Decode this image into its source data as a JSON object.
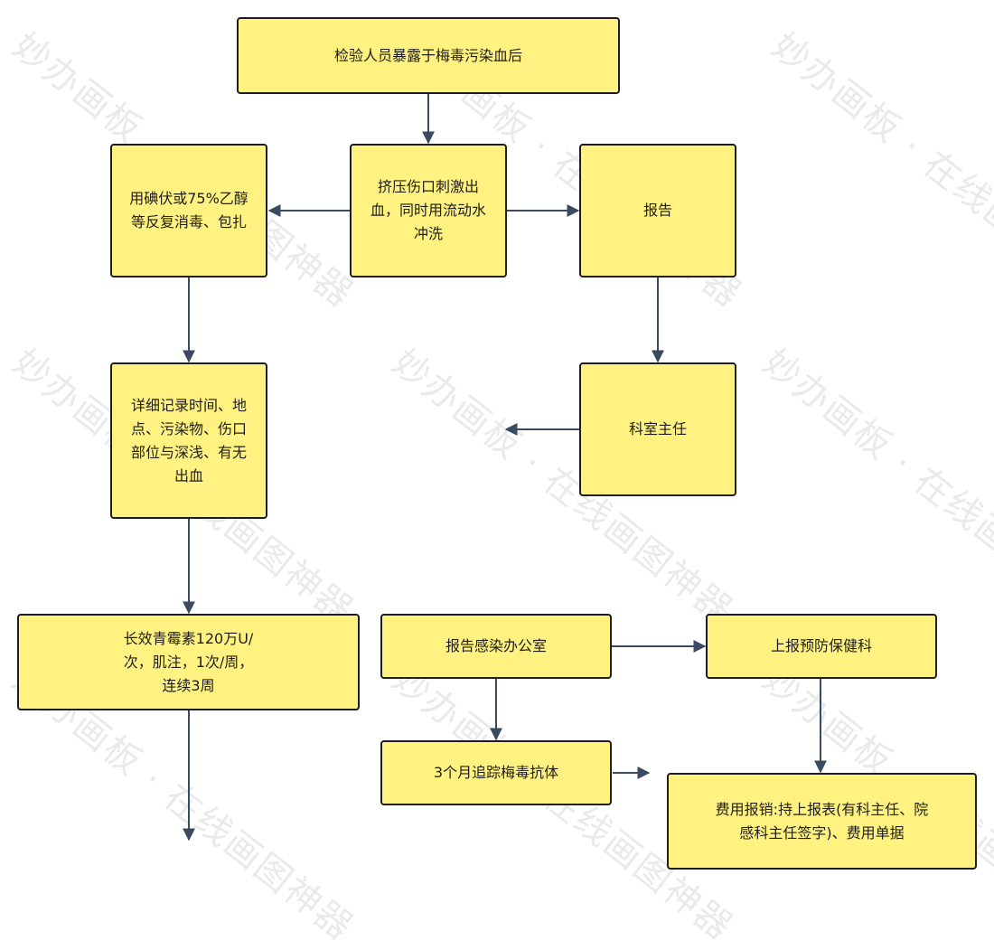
{
  "diagram": {
    "watermark": "妙办画板 · 在线画图神器",
    "colors": {
      "node_fill": "#fff281",
      "node_border": "#1e1e1e",
      "edge": "#3a4a60"
    },
    "nodes": {
      "start": "检验人员暴露于梅毒污染血后",
      "squeeze": "挤压伤口刺激出血，同时用流动水冲洗",
      "disinfect": "用碘伏或75%乙醇等反复消毒、包扎",
      "report": "报告",
      "record": "详细记录时间、地点、污染物、伤口部位与深浅、有无出血",
      "director": "科室主任",
      "penicillin": "长效青霉素120万U/次，肌注，1次/周，连续3周",
      "infection_office": "报告感染办公室",
      "prevention": "上报预防保健科",
      "followup": "3个月追踪梅毒抗体",
      "reimburse": "费用报销:持上报表(有科主任、院感科主任签字)、费用单据"
    }
  }
}
